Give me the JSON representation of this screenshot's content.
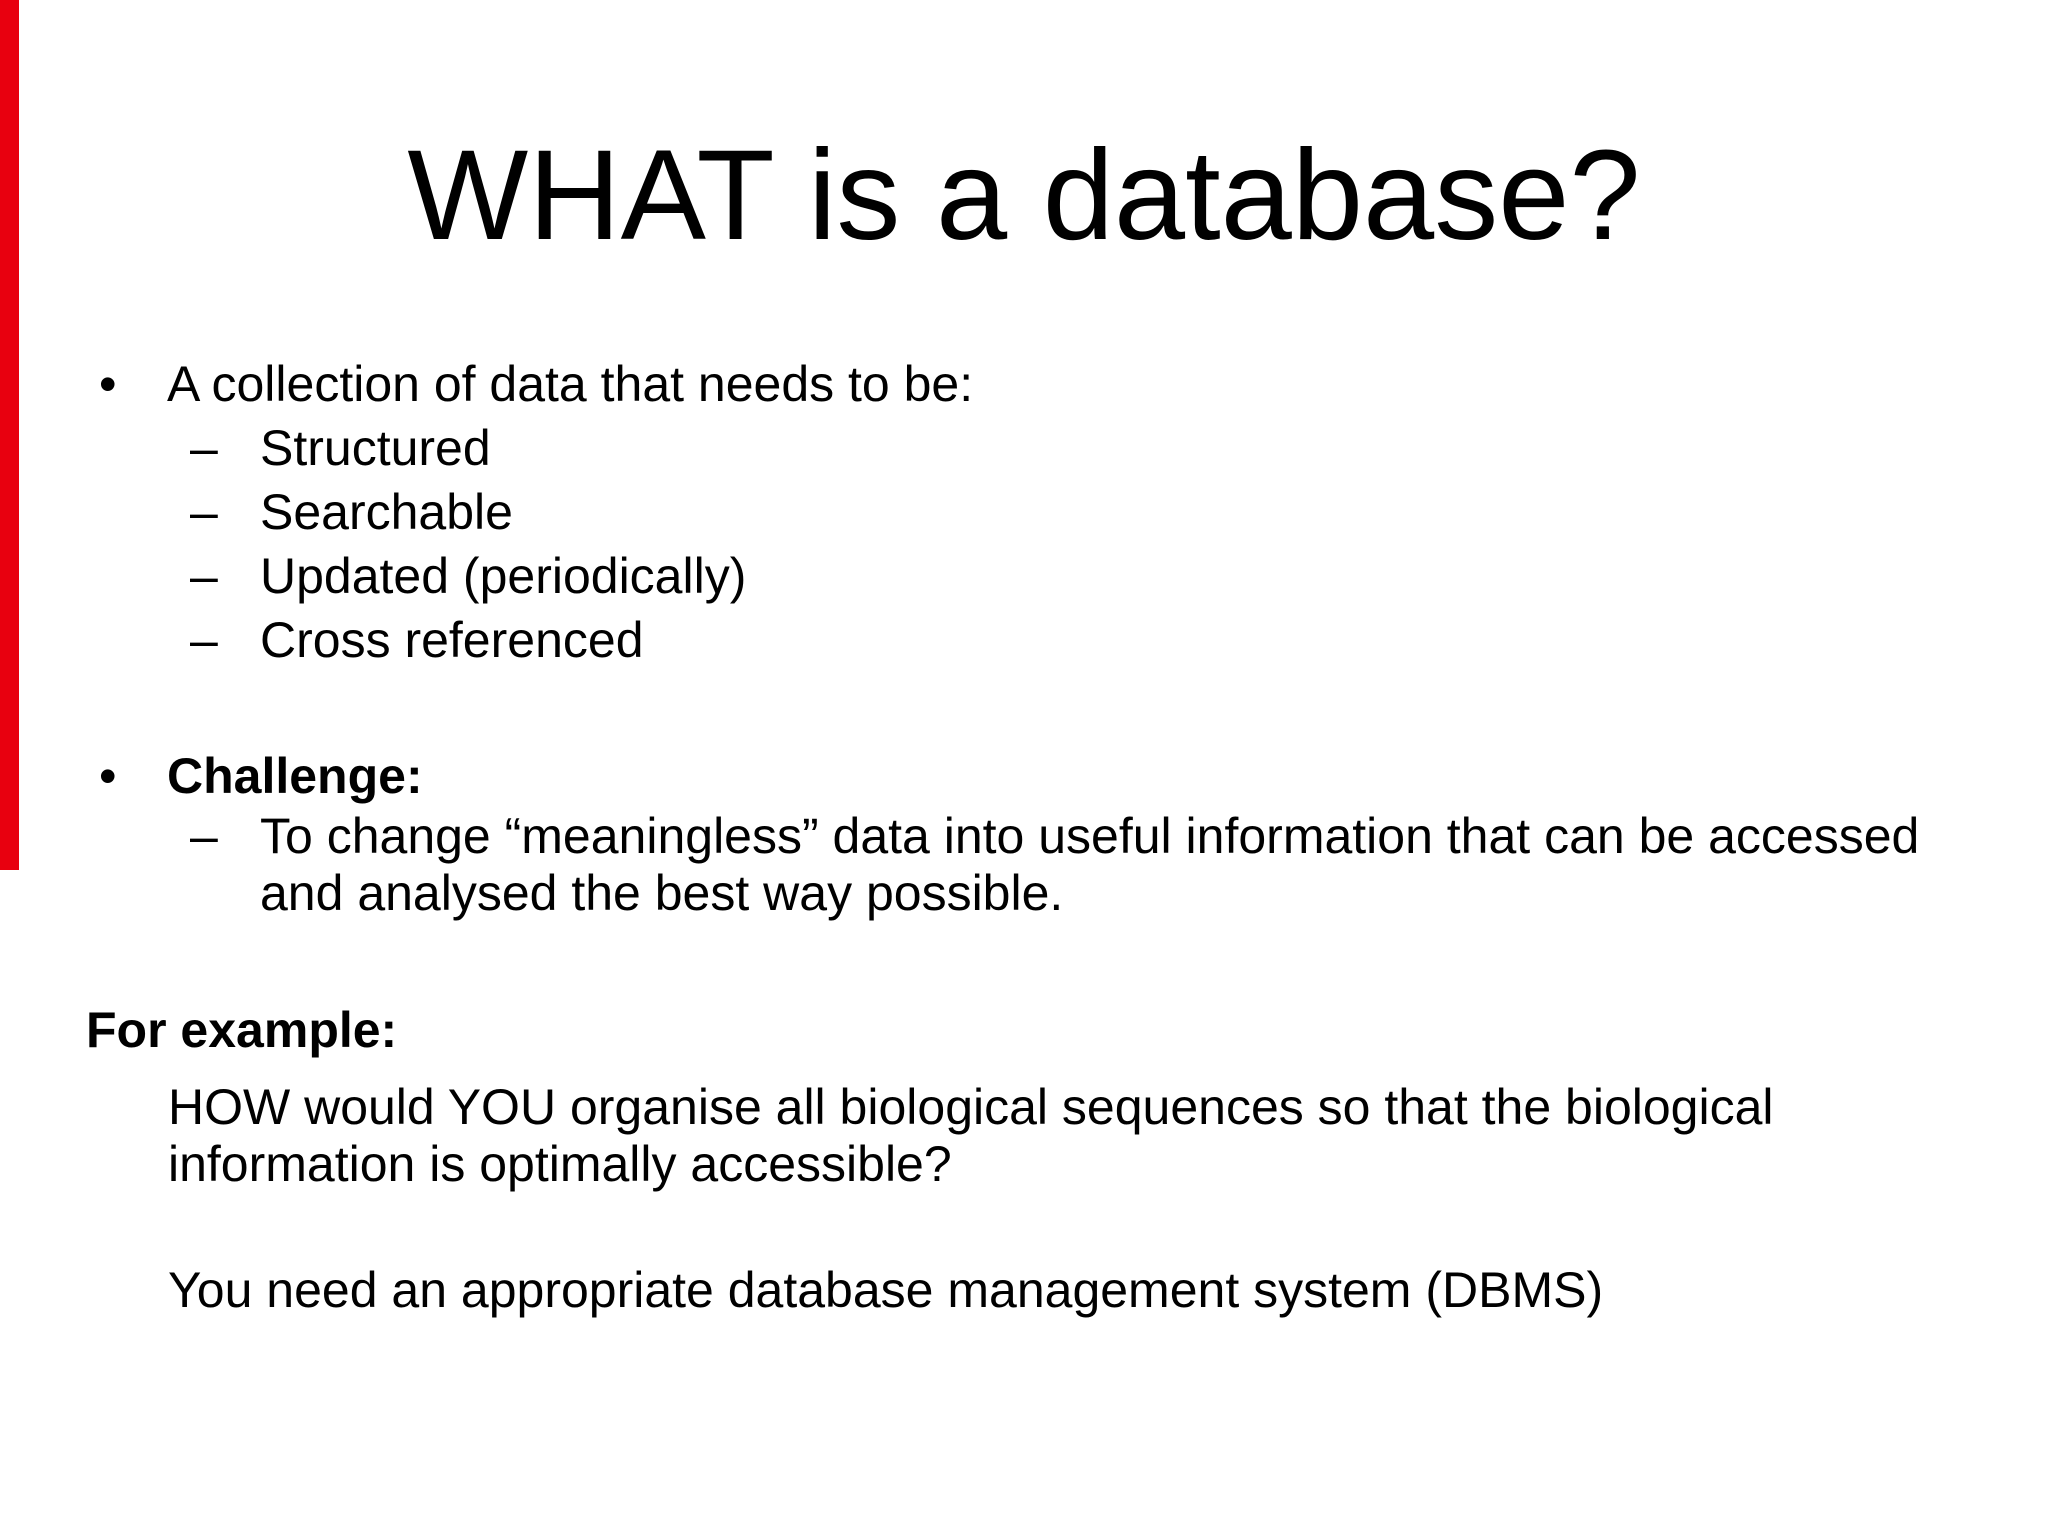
{
  "slide": {
    "title": "WHAT is a database?",
    "accent_color": "#e8000f",
    "bullet_char": "•",
    "dash_char": "–",
    "collection": {
      "lead": "A collection of data that needs to be:",
      "items": [
        "Structured",
        "Searchable",
        "Updated (periodically)",
        "Cross referenced"
      ]
    },
    "challenge": {
      "lead": "Challenge:",
      "detail": "To change “meaningless” data into useful information that can be accessed and analysed the best way possible."
    },
    "example": {
      "heading": "For example:",
      "question": "HOW would YOU organise all biological sequences so that the biological information is optimally accessible?",
      "conclusion": "You need an appropriate database management system (DBMS)"
    }
  }
}
